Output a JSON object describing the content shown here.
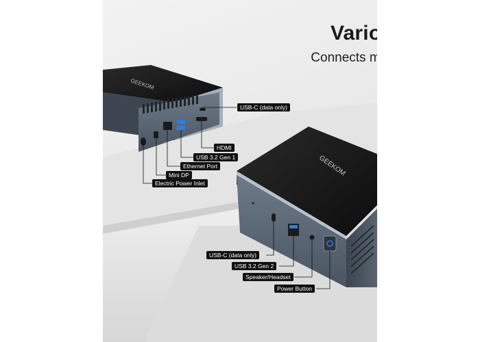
{
  "heading": {
    "title": "Various Ports",
    "subtitle": "Connects multiple devices"
  },
  "device": {
    "brand": "GEEKOM"
  },
  "rear_ports": [
    {
      "label": "USB-C (data only)"
    },
    {
      "label": "HDMI"
    },
    {
      "label": "USB 3.2 Gen 1"
    },
    {
      "label": "Ethernet Port"
    },
    {
      "label": "Mini DP"
    },
    {
      "label": "Electric Power Inlet"
    }
  ],
  "front_ports": [
    {
      "label": "USB-C (data only)"
    },
    {
      "label": "USB 3.2 Gen 2"
    },
    {
      "label": "Speaker/Headset"
    },
    {
      "label": "Power Button"
    }
  ],
  "colors": {
    "case_top": "#141414",
    "case_body": "#5b6876",
    "usb_blue": "#2f7de1",
    "label_bg": "#111111"
  }
}
